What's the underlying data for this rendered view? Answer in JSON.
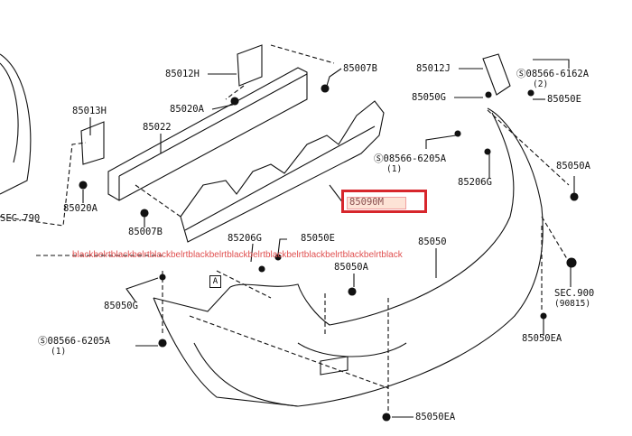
{
  "diagram": {
    "labels": {
      "p85012H": "85012H",
      "p85020A_top": "85020A",
      "p85013H": "85013H",
      "p85022": "85022",
      "p85020A_left": "85020A",
      "sec790": "SEC.790",
      "p85007B_low": "85007B",
      "p85007B_top": "85007B",
      "p85012J": "85012J",
      "s6162A": "Ⓢ08566-6162A",
      "s6162A_qty": "(2)",
      "p85050G_top": "85050G",
      "p85050E_top": "85050E",
      "s6205A_top": "Ⓢ08566-6205A",
      "s6205A_top_qty": "(1)",
      "p85206G_right": "85206G",
      "p85050A_right": "85050A",
      "p85090M": "85090M",
      "p85206G_mid": "85206G",
      "p85050E_mid": "85050E",
      "p85050": "85050",
      "p85050A_mid": "85050A",
      "sec900": "SEC.900",
      "sec900_ref": "(90815)",
      "p85050G_low": "85050G",
      "s6205A_low": "Ⓢ08566-6205A",
      "s6205A_low_qty": "(1)",
      "p85050EA_right": "85050EA",
      "p85050EA_bottom": "85050EA",
      "view_marker": "A"
    },
    "watermark": "blackbelrtblackbelrtblackbelrtblackbelrtblackbelrtblackbelrtblackbelrtblackbelrtblack",
    "highlight_color": "#d7262c"
  }
}
